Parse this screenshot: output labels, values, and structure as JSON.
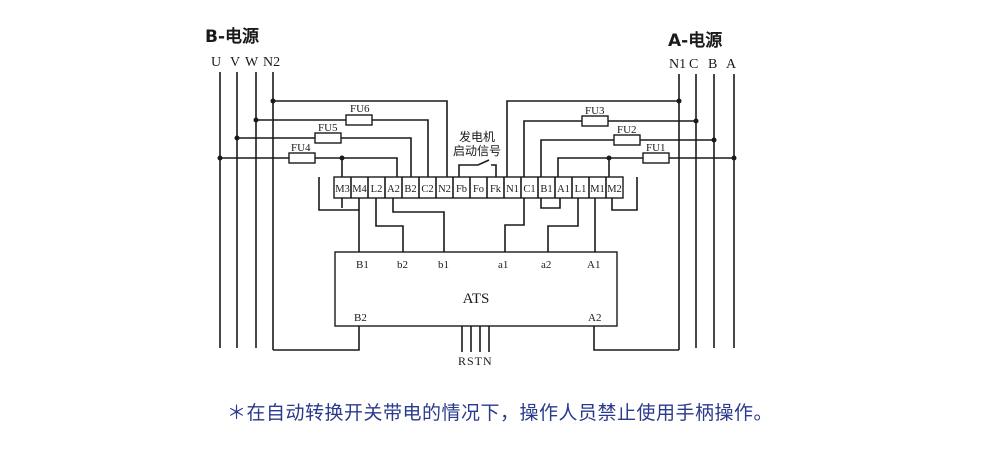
{
  "source_b": {
    "title": "B-电源",
    "phases": [
      "U",
      "V",
      "W",
      "N2"
    ]
  },
  "source_a": {
    "title": "A-电源",
    "phases": [
      "N1",
      "C",
      "B",
      "A"
    ]
  },
  "fuses": [
    "FU6",
    "FU5",
    "FU4",
    "FU3",
    "FU2",
    "FU1"
  ],
  "generator_signal": {
    "line1": "发电机",
    "line2": "启动信号"
  },
  "terminals": [
    "M3",
    "M4",
    "L2",
    "A2",
    "B2",
    "C2",
    "N2",
    "Fb",
    "Fo",
    "Fk",
    "N1",
    "C1",
    "B1",
    "A1",
    "L1",
    "M1",
    "M2"
  ],
  "ats": {
    "label": "ATS",
    "top_ports": [
      "B1",
      "b2",
      "b1",
      "a1",
      "a2",
      "A1"
    ],
    "bottom_ports": [
      "B2",
      "A2"
    ],
    "control_pins": "RSTN"
  },
  "footnote": "＊在自动转换开关带电的情况下，操作人员禁止使用手柄操作。"
}
